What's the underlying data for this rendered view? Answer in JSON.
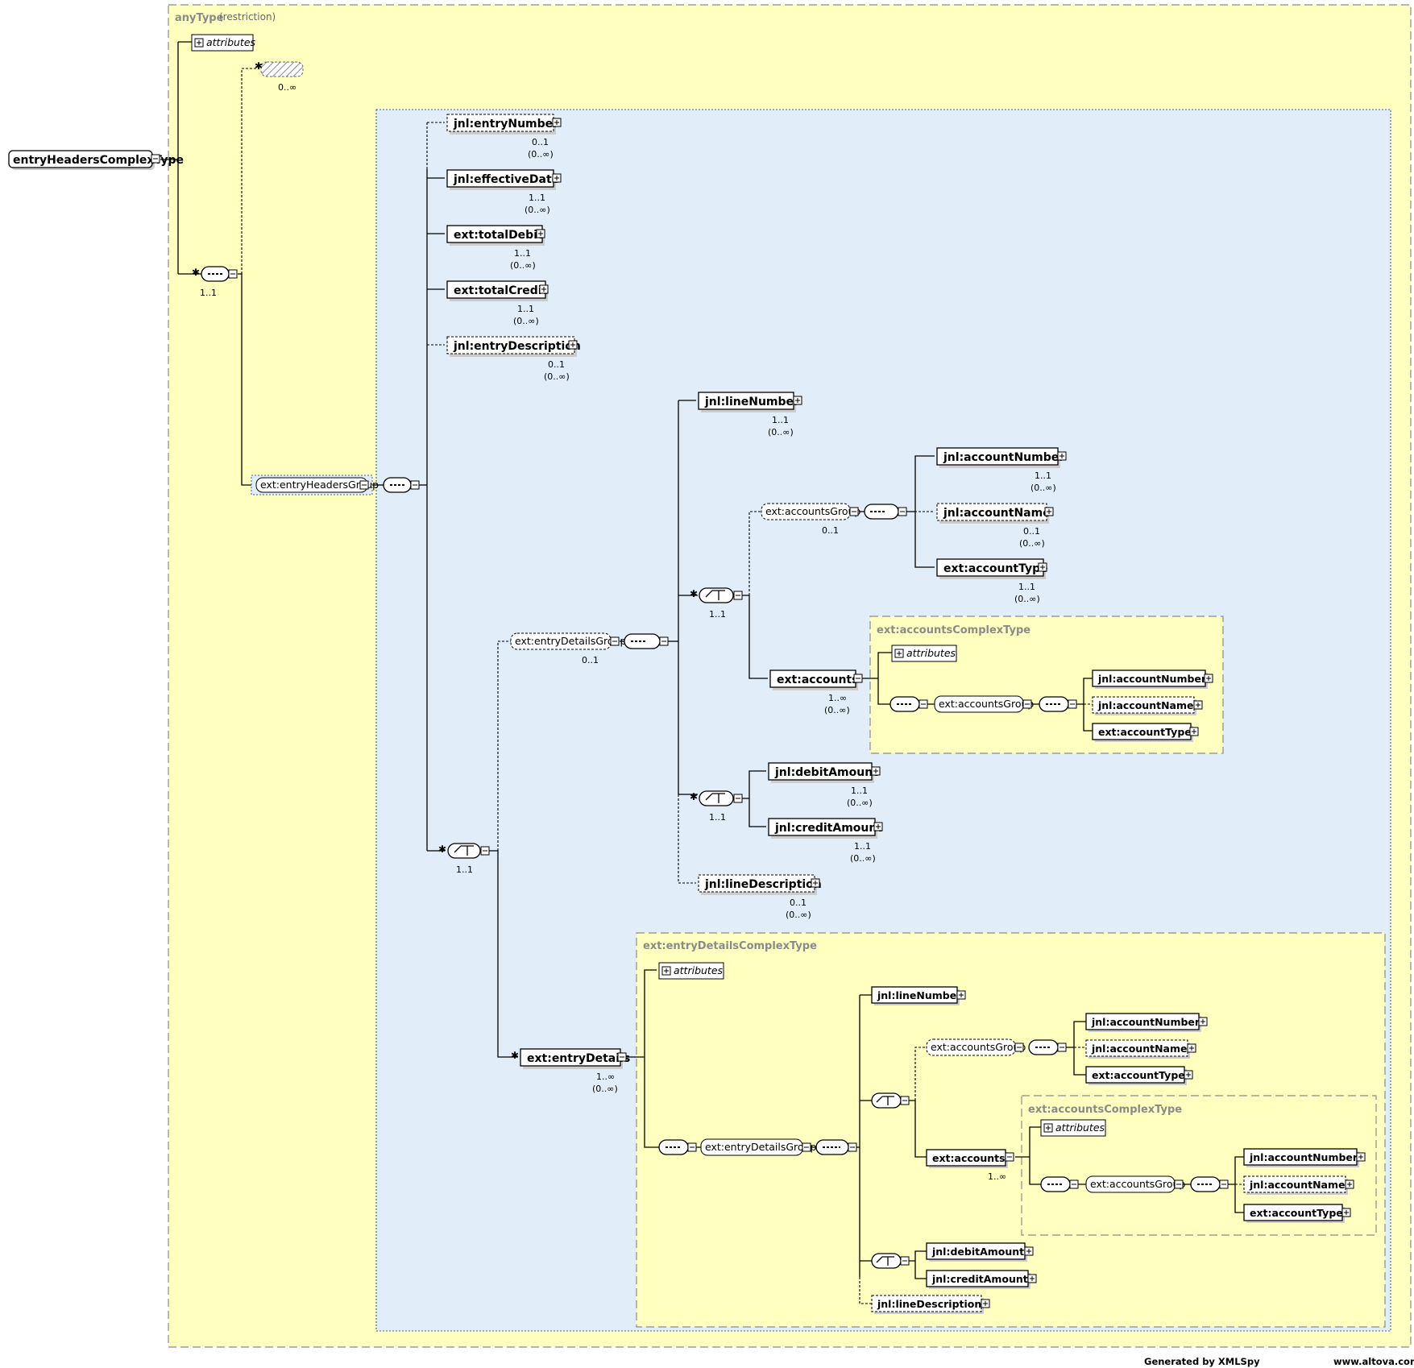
{
  "root": {
    "name": "entryHeadersComplexType"
  },
  "base": {
    "type": "anyType",
    "note": "(restriction)"
  },
  "attributes_label": "attributes",
  "any": {
    "occ": "0..∞"
  },
  "main_seq_occ": "1..1",
  "group": {
    "name": "ext:entryHeadersGroup"
  },
  "elements": [
    {
      "name": "jnl:entryNumber",
      "occ": "0..1",
      "sub": "(0..∞)"
    },
    {
      "name": "jnl:effectiveDate",
      "occ": "1..1",
      "sub": "(0..∞)"
    },
    {
      "name": "ext:totalDebit",
      "occ": "1..1",
      "sub": "(0..∞)"
    },
    {
      "name": "ext:totalCredit",
      "occ": "1..1",
      "sub": "(0..∞)"
    },
    {
      "name": "jnl:entryDescription",
      "occ": "0..1",
      "sub": "(0..∞)"
    }
  ],
  "choice1_occ": "1..1",
  "entryDetailsGroup": {
    "name": "ext:entryDetailsGroup",
    "occ": "0..1"
  },
  "lineNumber": {
    "name": "jnl:lineNumber",
    "occ": "1..1",
    "sub": "(0..∞)"
  },
  "choice2_occ": "1..1",
  "accountsGroup": {
    "name": "ext:accountsGroup",
    "occ": "0..1"
  },
  "acct_elems": [
    {
      "name": "jnl:accountNumber",
      "occ": "1..1",
      "sub": "(0..∞)"
    },
    {
      "name": "jnl:accountName",
      "occ": "0..1",
      "sub": "(0..∞)"
    },
    {
      "name": "ext:accountType",
      "occ": "1..1",
      "sub": "(0..∞)"
    }
  ],
  "accounts": {
    "name": "ext:accounts",
    "occ": "1..∞",
    "sub": "(0..∞)"
  },
  "accountsComplexType": {
    "title": "ext:accountsComplexType",
    "group": "ext:accountsGroup",
    "elems": [
      "jnl:accountNumber",
      "jnl:accountName",
      "ext:accountType"
    ]
  },
  "choice3_occ": "1..1",
  "debitAmount": {
    "name": "jnl:debitAmount",
    "occ": "1..1",
    "sub": "(0..∞)"
  },
  "creditAmount": {
    "name": "jnl:creditAmount",
    "occ": "1..1",
    "sub": "(0..∞)"
  },
  "lineDescription": {
    "name": "jnl:lineDescription",
    "occ": "0..1",
    "sub": "(0..∞)"
  },
  "entryDetails": {
    "name": "ext:entryDetails",
    "occ": "1..∞",
    "sub": "(0..∞)"
  },
  "entryDetailsComplexType": {
    "title": "ext:entryDetailsComplexType",
    "group": "ext:entryDetailsGroup",
    "lineNumber": "jnl:lineNumber",
    "accountsGroup": "ext:accountsGroup",
    "acct_elems": [
      "jnl:accountNumber",
      "jnl:accountName",
      "ext:accountType"
    ],
    "accounts": "ext:accounts",
    "accounts_occ": "1..∞",
    "inner": {
      "title": "ext:accountsComplexType",
      "group": "ext:accountsGroup",
      "elems": [
        "jnl:accountNumber",
        "jnl:accountName",
        "ext:accountType"
      ]
    },
    "debitAmount": "jnl:debitAmount",
    "creditAmount": "jnl:creditAmount",
    "lineDescription": "jnl:lineDescription"
  },
  "footer": {
    "generated": "Generated by XMLSpy",
    "site": "www.altova.com"
  },
  "colors": {
    "yellow": "#ffffc0",
    "blue": "#e1edf8",
    "border": "#8c8c8c",
    "blue_border": "#3a5fa8"
  }
}
